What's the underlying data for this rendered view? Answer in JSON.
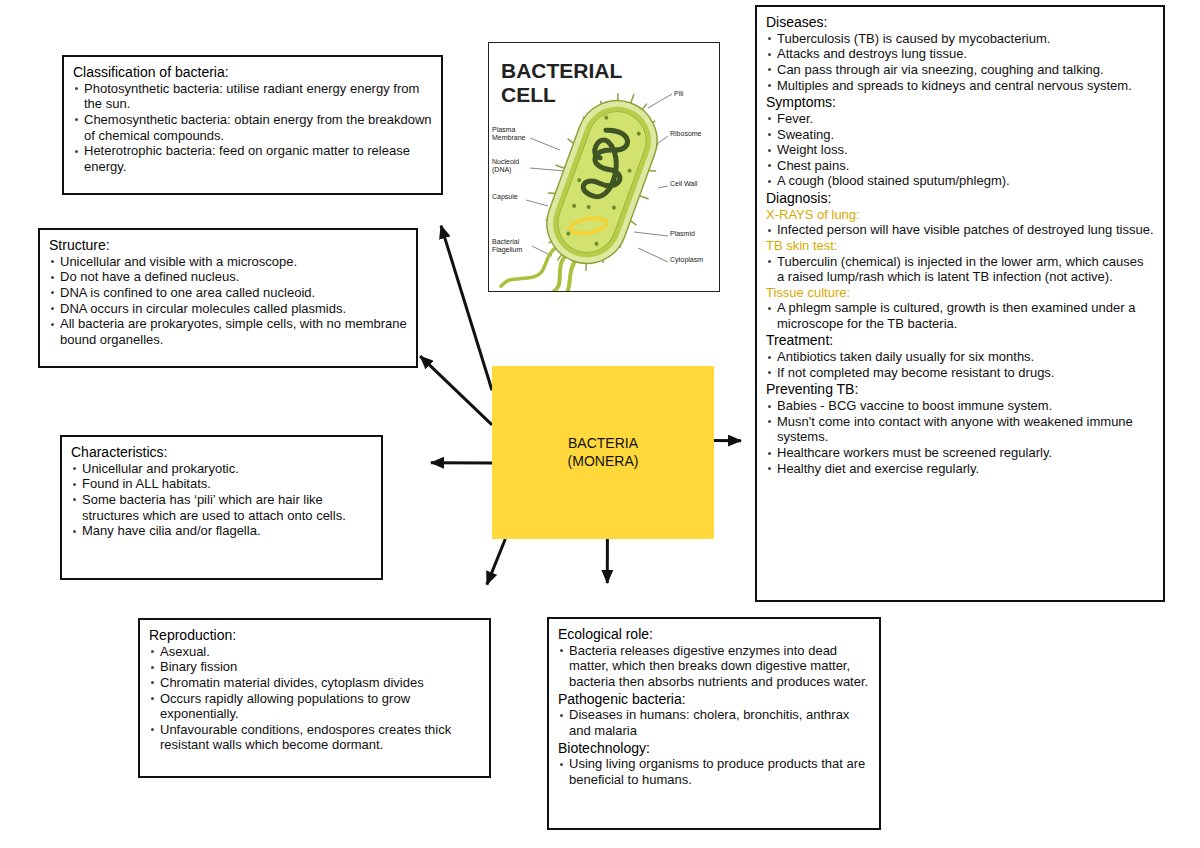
{
  "diagram": {
    "nodes": [
      {
        "text": [
          "Classification of bacteria:",
          "Photosynthetic bacteria: utilise radiant energy energy from the sun.",
          "Chemosynthetic bacteria: obtain energy from the breakdown of chemical compounds.",
          "Heterotrophic bacteria: feed on organic matter to release energy."
        ]
      },
      {
        "text": [
          "BACTERIAL CELL"
        ]
      },
      {
        "text": [
          "Diseases:",
          "Tuberculosis (TB) is caused by mycobacterium.",
          "Attacks and destroys lung tissue.",
          "Can pass through air via sneezing, coughing and talking.",
          "Multiples and spreads to kidneys and central nervous system.",
          "Symptoms:",
          "Fever.",
          "Sweating.",
          "Weight loss.",
          "Chest pains.",
          "A cough (blood stained sputum/phlegm).",
          "Diagnosis:",
          "X-RAYS of lung:",
          "Infected person will have visible patches of destroyed lung tissue.",
          "TB skin test:",
          "Tuberculin (chemical) is injected in the lower arm, which causes a raised lump/rash which is latent TB infection (not active).",
          "Tissue culture:",
          "A phlegm sample is cultured, growth is then examined under a microscope for the TB bacteria.",
          "Treatment:",
          "Antibiotics taken daily usually for six months.",
          "If not completed may become resistant to drugs.",
          "Preventing TB:",
          "Babies - BCG vaccine to boost immune system.",
          "Musn't come into contact with anyone with weakened immune systems.",
          "Healthcare workers must be screened regularly.",
          "Healthy diet and exercise regularly."
        ]
      },
      {
        "text": [
          "Structure:",
          "Unicellular and visible with a microscope.",
          "Do not have a defined nucleus.",
          "DNA is confined to one area called nucleoid.",
          "DNA occurs in circular molecules called plasmids.",
          "All bacteria are prokaryotes, simple cells, with no membrane bound organelles."
        ]
      },
      {
        "text": [
          "BACTERIA (MONERA)"
        ]
      },
      {
        "text": [
          "Characteristics:",
          "Unicellular and prokaryotic.",
          "Found in ALL habitats.",
          "Some bacteria has ‘pili’ which are hair like structures which are used to attach onto cells.",
          "Many have cilia and/or flagella."
        ]
      },
      {
        "text": [
          "Reproduction:",
          "Asexual.",
          "Binary fission",
          "Chromatin material divides, cytoplasm divides",
          "Occurs rapidly allowing populations to grow exponentially.",
          "Unfavourable conditions, endospores creates thick resistant walls which become dormant."
        ]
      },
      {
        "text": [
          "Ecological role:",
          "Bacteria releases digestive enzymes into dead matter, which then breaks down digestive matter, bacteria then absorbs nutrients and produces water.",
          "Pathogenic bacteria:",
          "Diseases in humans: cholera, bronchitis, anthrax and malaria",
          "Biotechnology:",
          "Using living organisms to produce products that are beneficial to humans."
        ]
      }
    ],
    "edges": [
      {
        "from": 4,
        "to": 0,
        "arrow": "to"
      },
      {
        "from": 4,
        "to": 3,
        "arrow": "to"
      },
      {
        "from": 4,
        "to": 5,
        "arrow": "to"
      },
      {
        "from": 4,
        "to": 6,
        "arrow": "to"
      },
      {
        "from": 4,
        "to": 7,
        "arrow": "to"
      },
      {
        "from": 4,
        "to": 2,
        "arrow": "to"
      }
    ],
    "labels": [
      "Pili",
      "Ribosome",
      "Plasma Membrane",
      "Nucleoid (DNA)",
      "Capsule",
      "Cell Wall",
      "Plasmid",
      "Bacterial Flagellum",
      "Cytoplasm"
    ]
  }
}
